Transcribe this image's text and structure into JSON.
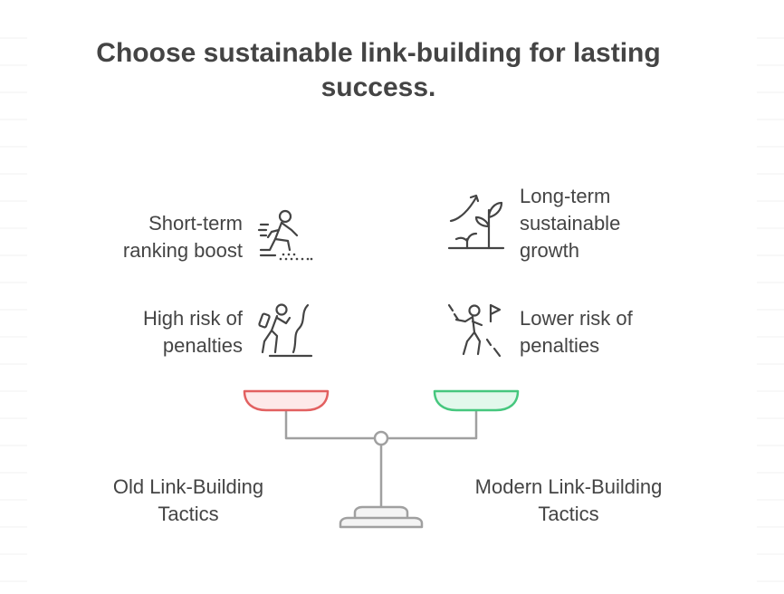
{
  "title": "Choose sustainable link-building for lasting success.",
  "left_items": [
    {
      "line1": "Short-term",
      "line2": "ranking boost",
      "icon": "sprinting-person-icon"
    },
    {
      "line1": "High risk of",
      "line2": "penalties",
      "icon": "climbing-person-icon"
    }
  ],
  "right_items": [
    {
      "line1": "Long-term",
      "line2": "sustainable",
      "line3": "growth",
      "icon": "growth-plant-icon"
    },
    {
      "line1": "Lower risk of",
      "line2": "penalties",
      "icon": "hiker-flag-icon"
    }
  ],
  "left_pan": {
    "line1": "Old Link-Building",
    "line2": "Tactics",
    "color": "#e26060",
    "fill": "#fde9e9"
  },
  "right_pan": {
    "line1": "Modern Link-Building",
    "line2": "Tactics",
    "color": "#46c77e",
    "fill": "#e3f8ec"
  }
}
